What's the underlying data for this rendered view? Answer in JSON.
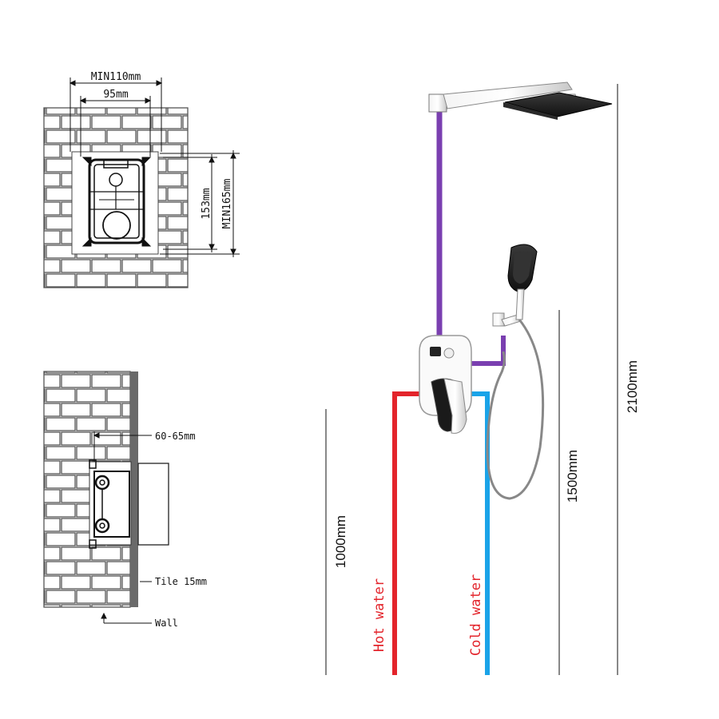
{
  "front_view": {
    "min_width": "MIN110mm",
    "width": "95mm",
    "height": "153mm",
    "min_height": "MIN165mm"
  },
  "side_view": {
    "depth": "60-65mm",
    "tile": "Tile 15mm",
    "wall": "Wall"
  },
  "heights": {
    "hot_cold_height": "1000mm",
    "holder_height": "1500mm",
    "overhead_height": "2100mm"
  },
  "pipes": {
    "hot_label": "Hot water",
    "cold_label": "Cold water",
    "hot_color": "#e3242b",
    "cold_color": "#1aa3e8",
    "mixed_color": "#7a3fb0"
  },
  "icons": {
    "mixer": "mixer-valve-icon",
    "rain_head": "rain-shower-head-icon",
    "hand_shower": "hand-shower-icon"
  }
}
